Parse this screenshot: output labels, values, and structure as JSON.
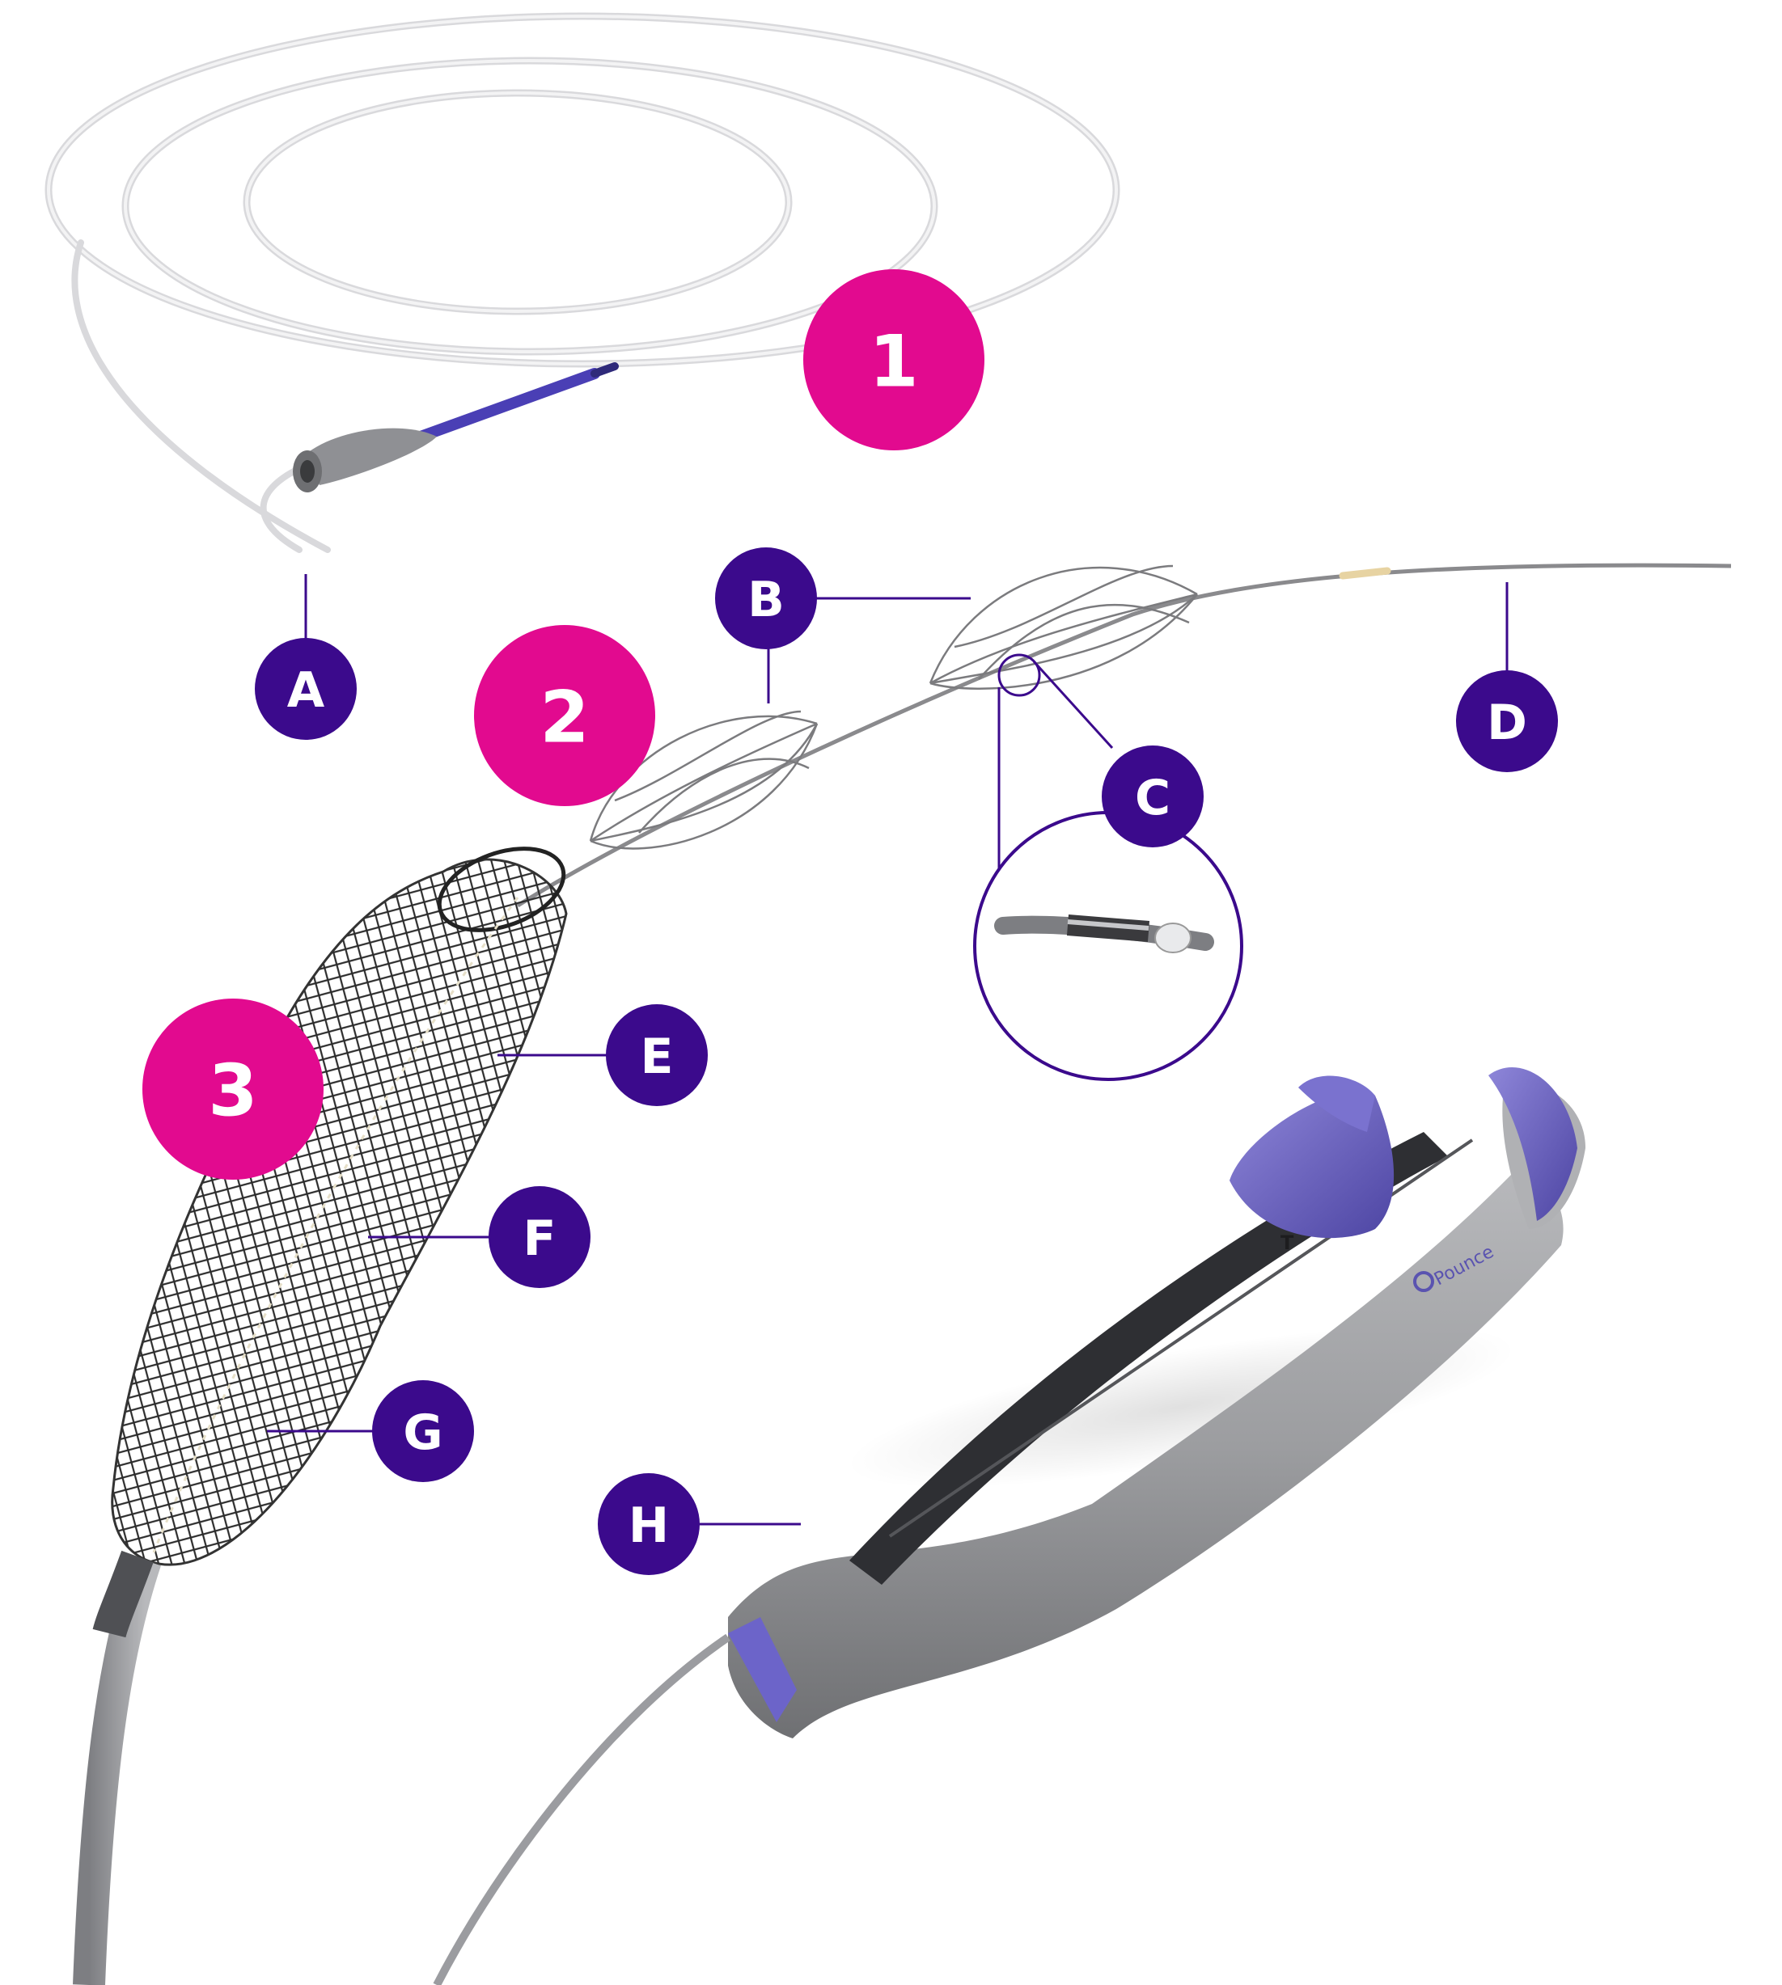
{
  "colors": {
    "step_badge": "#e20a8f",
    "letter_badge": "#3b0a8c",
    "leader_line": "#3b0a8c",
    "accent_purple": "#6b63c4",
    "device_grey": "#9a9b9e"
  },
  "steps": [
    {
      "id": "1",
      "label": "1"
    },
    {
      "id": "2",
      "label": "2"
    },
    {
      "id": "3",
      "label": "3"
    }
  ],
  "callouts": [
    {
      "id": "A",
      "label": "A"
    },
    {
      "id": "B",
      "label": "B"
    },
    {
      "id": "C",
      "label": "C"
    },
    {
      "id": "D",
      "label": "D"
    },
    {
      "id": "E",
      "label": "E"
    },
    {
      "id": "F",
      "label": "F"
    },
    {
      "id": "G",
      "label": "G"
    },
    {
      "id": "H",
      "label": "H"
    }
  ],
  "handle": {
    "logo_text": "Pounce",
    "slider_mark": "T"
  },
  "icons": {
    "loop_catheter": "coiled-catheter-icon",
    "basket_wire": "basket-wire-icon",
    "mesh_funnel": "mesh-funnel-icon",
    "handle": "delivery-handle-icon"
  }
}
